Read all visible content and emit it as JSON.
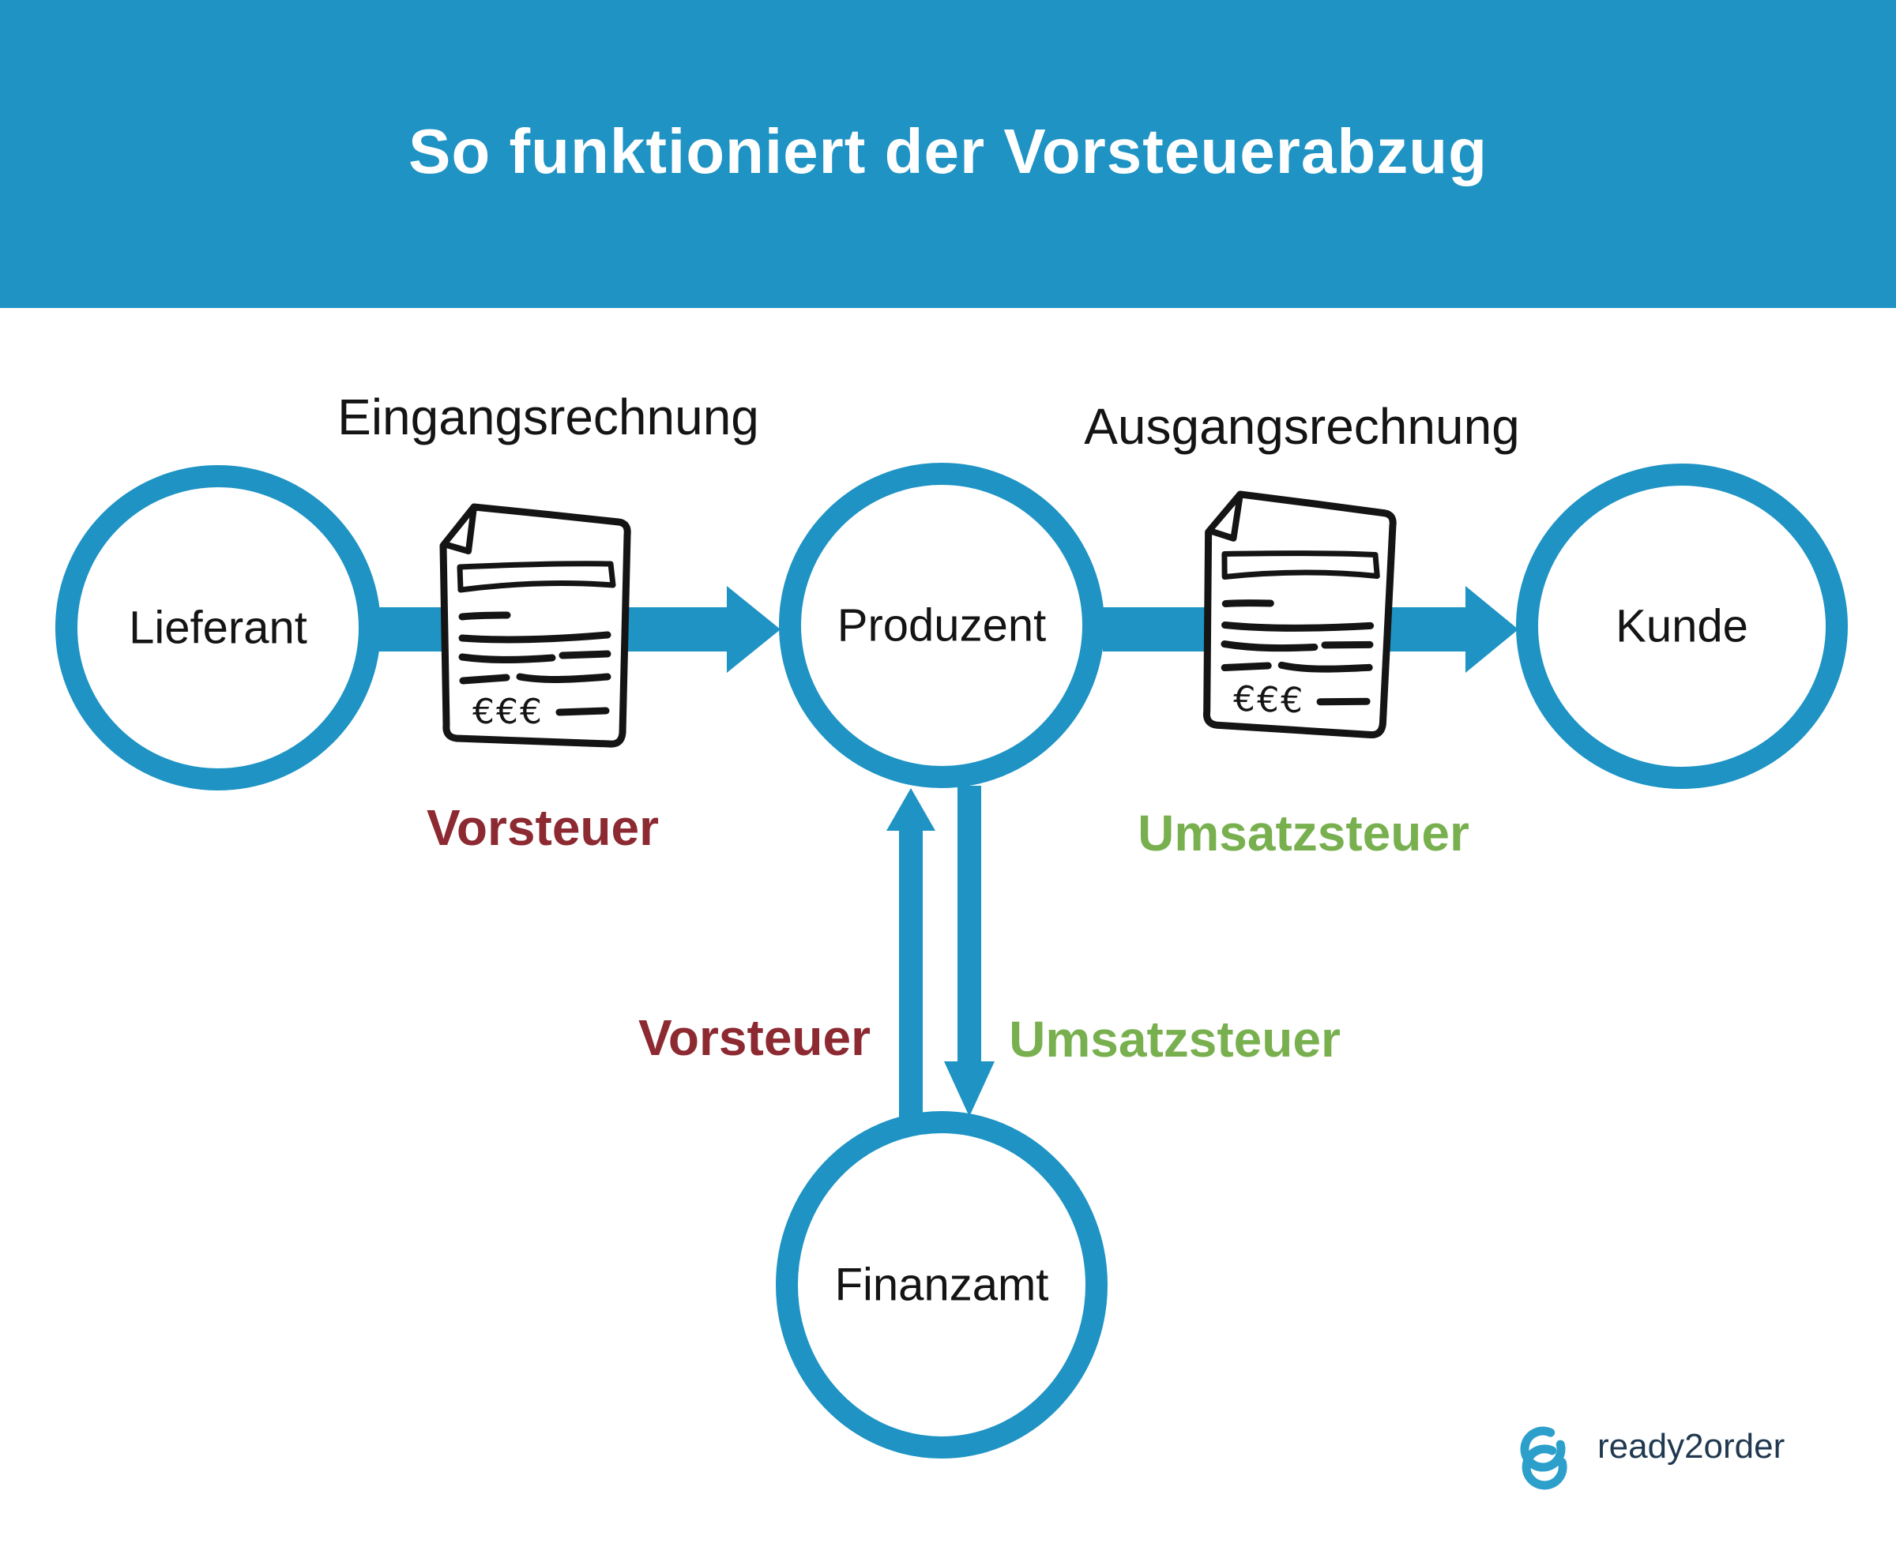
{
  "header": {
    "title": "So funktioniert der Vorsteuerabzug",
    "background_color": "#1E93C4"
  },
  "colors": {
    "primary_blue": "#1E93C4",
    "input_tax_red": "#8C2931",
    "sales_tax_green": "#79B04F",
    "text_dark": "#141414",
    "logo_navy": "#203950",
    "logo_blue": "#2C9FCB"
  },
  "flow": {
    "incoming_invoice_label": "Eingangsrechnung",
    "outgoing_invoice_label": "Ausgangsrechnung"
  },
  "nodes": {
    "supplier": {
      "label": "Lieferant"
    },
    "producer": {
      "label": "Produzent"
    },
    "customer": {
      "label": "Kunde"
    },
    "tax_office": {
      "label": "Finanzamt"
    }
  },
  "tax_flows": {
    "purchase_input_tax": "Vorsteuer",
    "sales_output_tax": "Umsatzsteuer",
    "refund_input_tax": "Vorsteuer",
    "remit_output_tax": "Umsatzsteuer"
  },
  "invoice": {
    "currency_text": "€€€"
  },
  "logo": {
    "brand": "ready2order"
  }
}
